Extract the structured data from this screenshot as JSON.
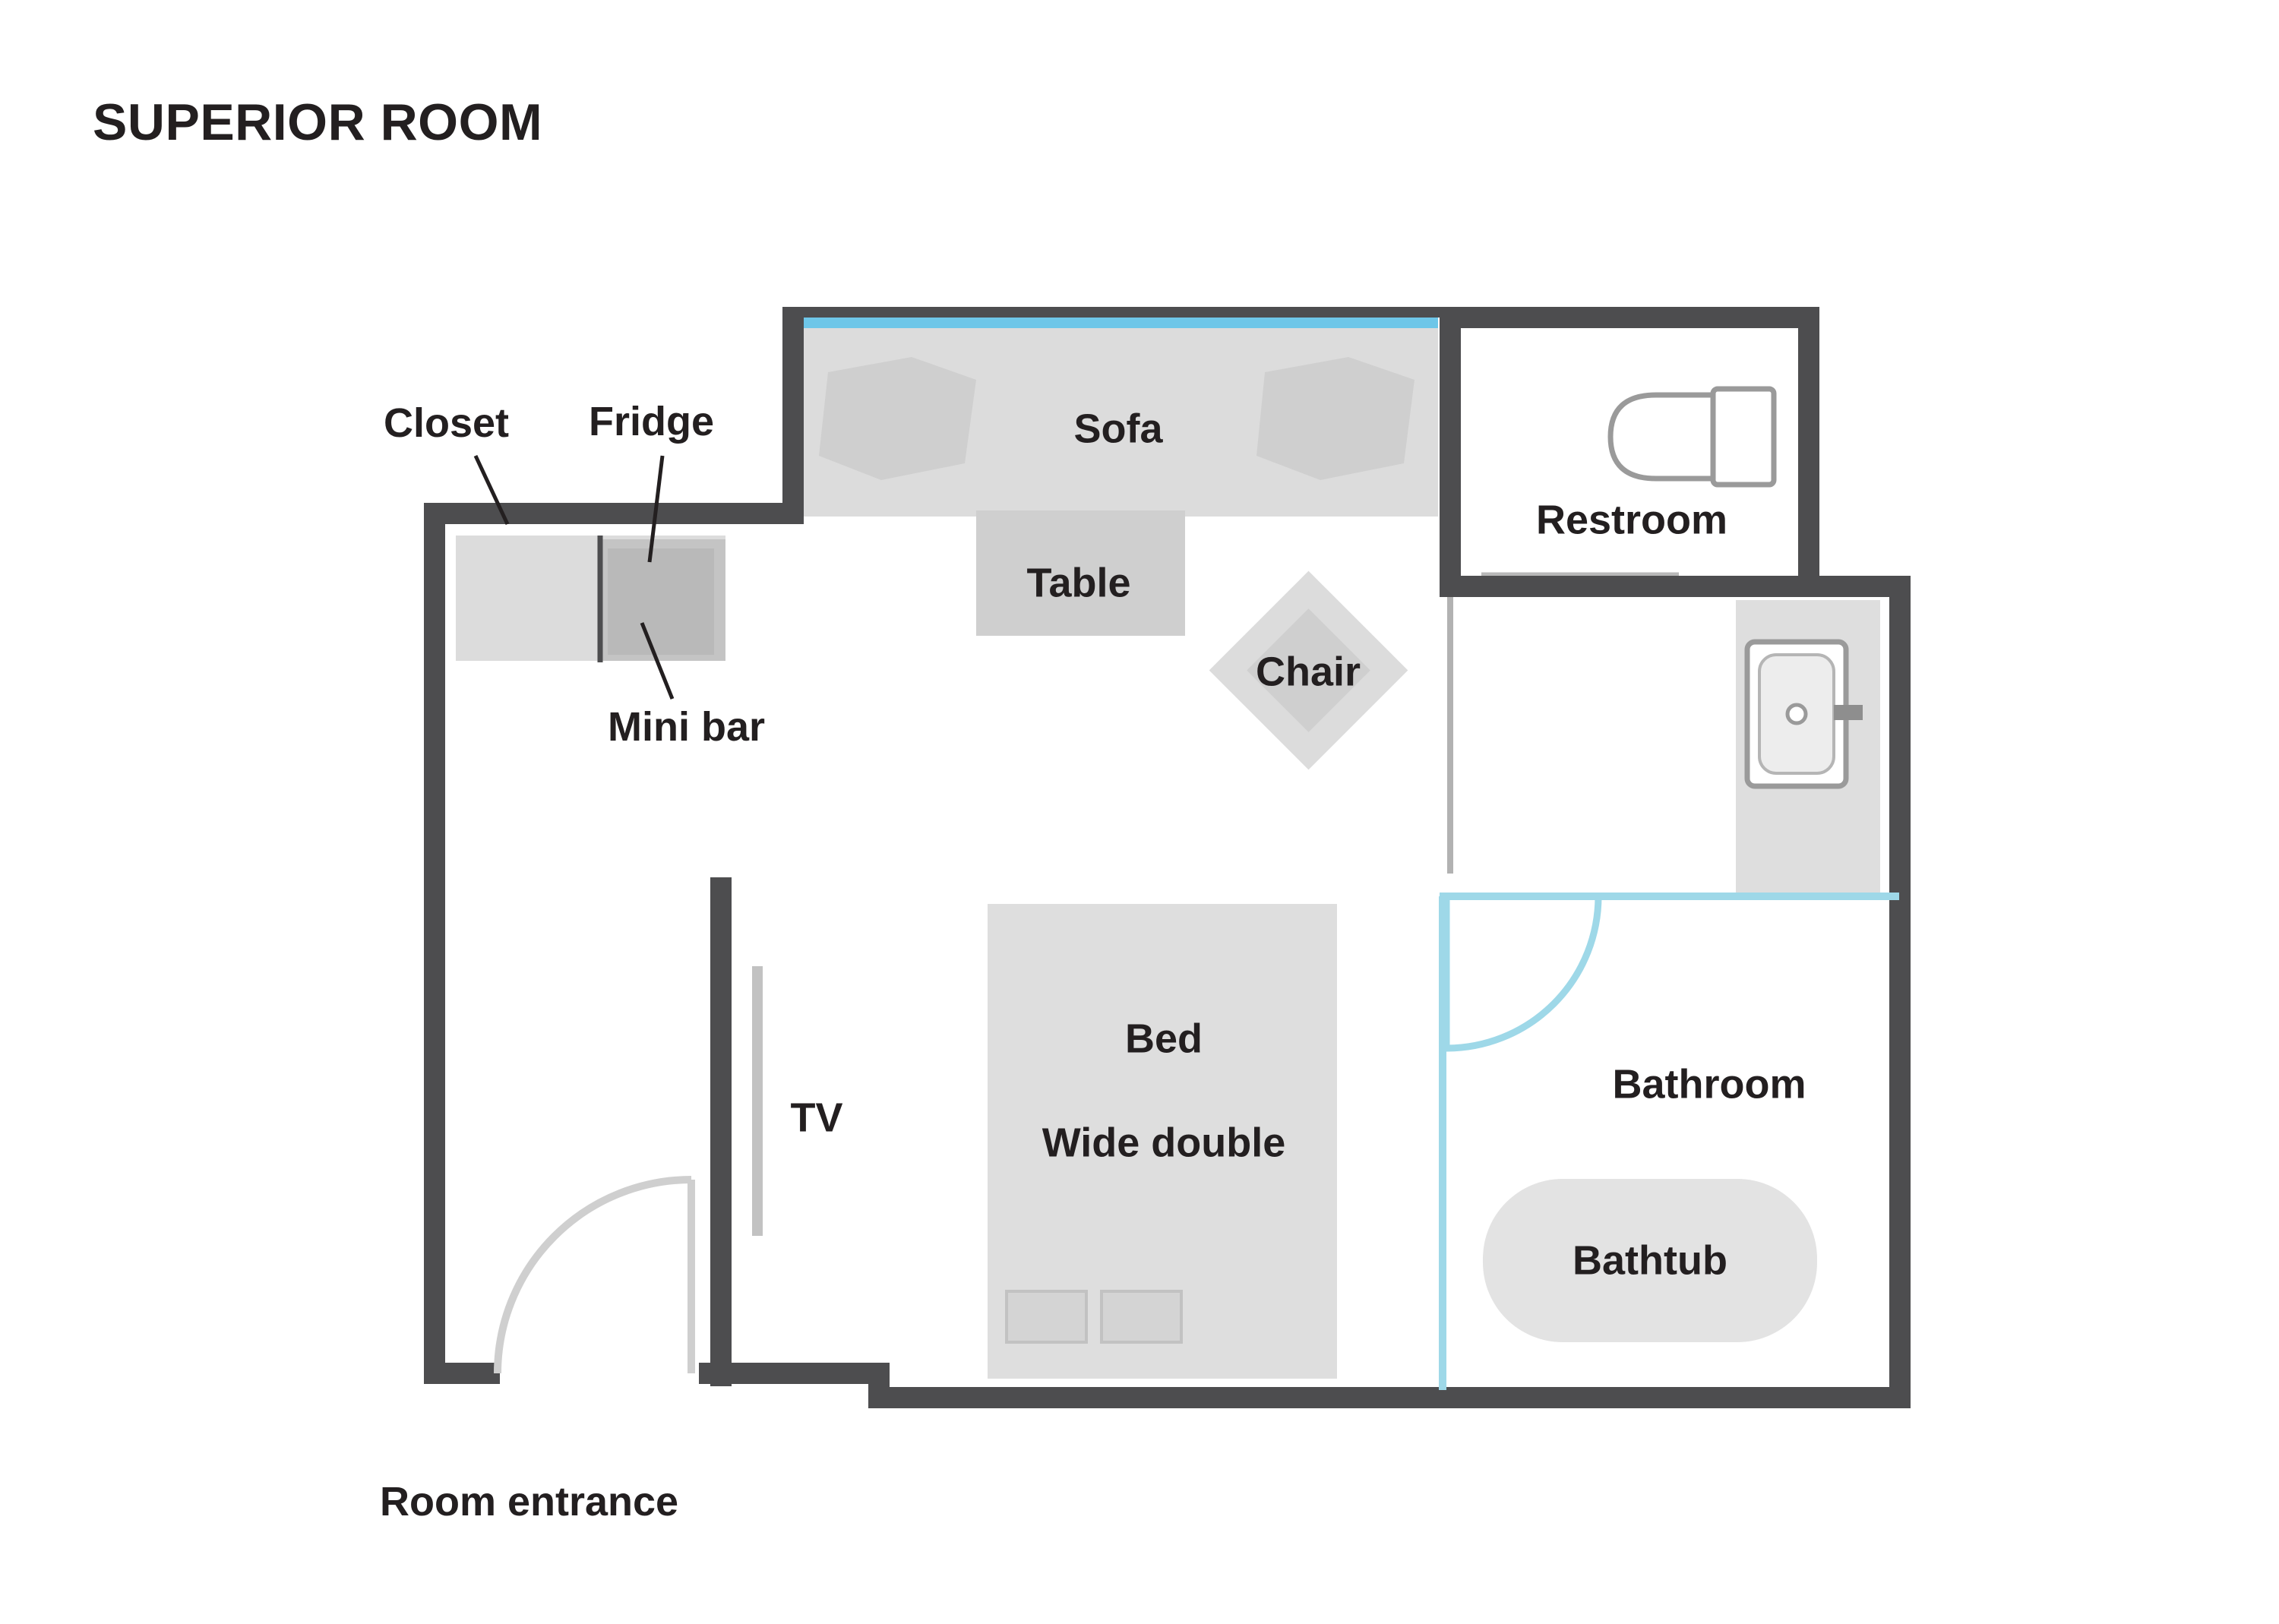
{
  "title": "SUPERIOR ROOM",
  "colors": {
    "wall": "#4d4d4f",
    "furniture_light": "#dcdcdc",
    "furniture_mid": "#cfcfcf",
    "furniture_dark": "#bfbfbf",
    "window": "#6ec6e8",
    "door_arc": "#9ed8e8",
    "text": "#231f20",
    "background": "#ffffff"
  },
  "labels": {
    "closet": "Closet",
    "fridge": "Fridge",
    "mini_bar": "Mini bar",
    "sofa": "Sofa",
    "table": "Table",
    "chair": "Chair",
    "restroom": "Restroom",
    "bathroom": "Bathroom",
    "bathtub": "Bathtub",
    "bed_line1": "Bed",
    "bed_line2": "Wide double",
    "tv": "TV",
    "room_entrance": "Room entrance"
  }
}
